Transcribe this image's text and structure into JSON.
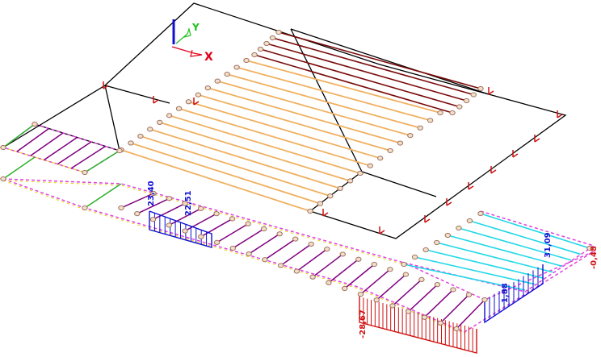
{
  "viewport": {
    "background": "#ffffff"
  },
  "axis_triad": {
    "x_label": "X",
    "y_label": "Y",
    "x_color": "#e0001a",
    "y_color": "#20c020",
    "z_color": "#1010d0"
  },
  "diagram_labels": {
    "upper_slab_value_1": "23,40",
    "upper_slab_value_2": "22,51",
    "right_slab_value_1": "31,09",
    "right_slab_value_2": "1,88",
    "bottom_load_value": "-28,67",
    "right_edge_value": "-0,48"
  },
  "colors": {
    "frame_black": "#000000",
    "beams_dark_red": "#7a0a0a",
    "beams_orange": "#f0b060",
    "beams_purple": "#800080",
    "beams_cyan": "#20d8e8",
    "beams_green": "#30b030",
    "blue_diagram": "#1010d0",
    "red_diagram": "#d01010",
    "magenta_edge": "#e040e0",
    "yellow_edge": "#e8d000",
    "support": "#d01010"
  }
}
